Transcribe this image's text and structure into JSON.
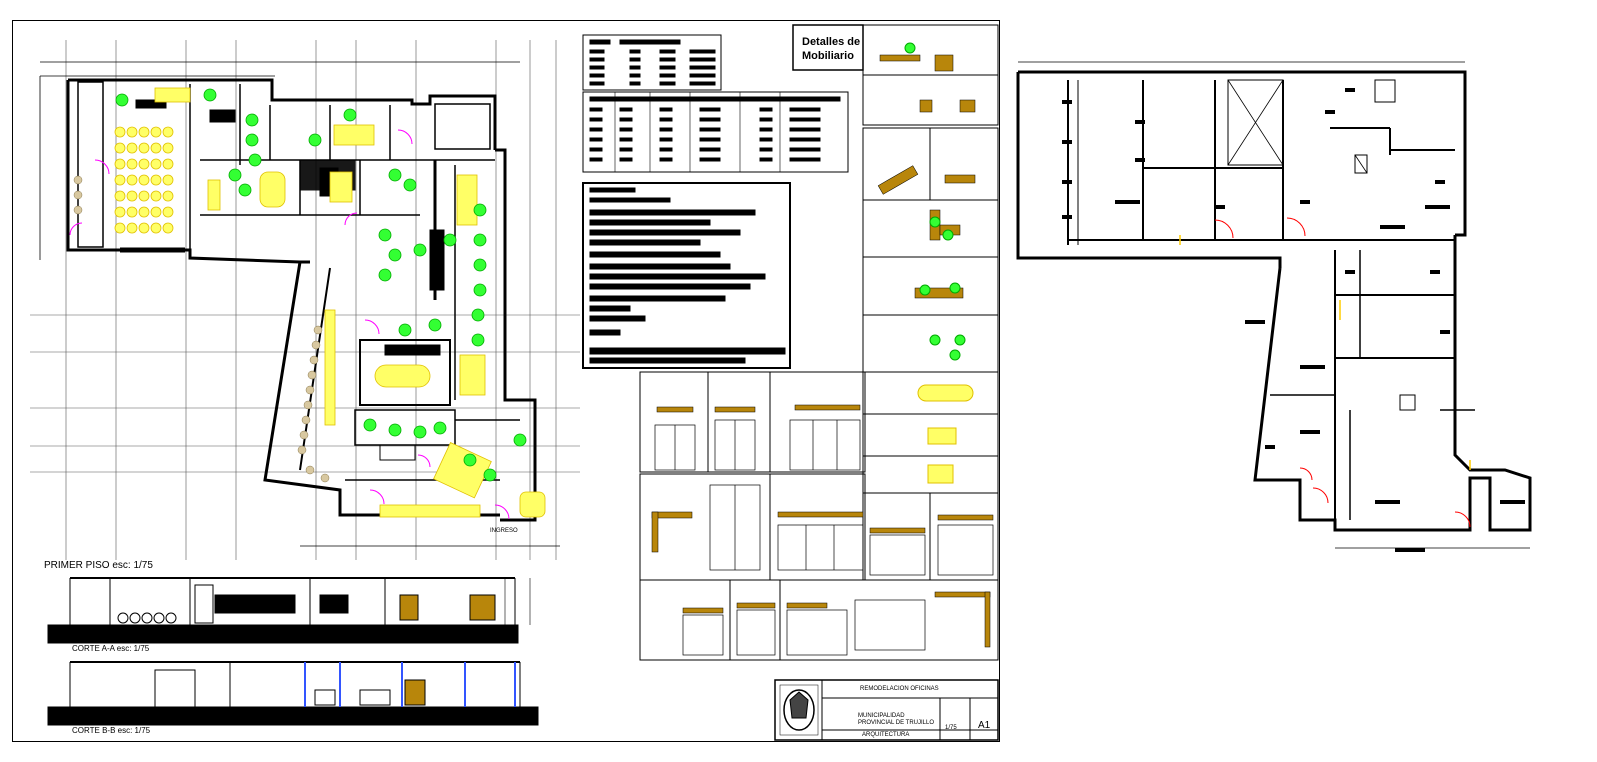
{
  "sheet": {
    "title_box": {
      "line1": "Detalles de",
      "line2": "Mobiliario"
    },
    "plan_label": "PRIMER PISO esc: 1/75",
    "section_a_label": "CORTE A-A esc: 1/75",
    "section_b_label": "CORTE B-B esc: 1/75",
    "entrance_label": "INGRESO"
  },
  "title_block": {
    "project": "REMODELACION OFICINAS",
    "client_line1": "MUNICIPALIDAD",
    "client_line2": "PROVINCIAL DE TRUJILLO",
    "discipline": "ARQUITECTURA",
    "scale": "1/75",
    "sheet_number": "A1"
  },
  "colors": {
    "wall": "#000000",
    "furniture": "#ffff00",
    "plants": "#00dd00",
    "doors": "#ff00ff",
    "door_arcs_red": "#ff0000",
    "wood": "#b8860b",
    "glass": "#3355ff",
    "gravel": "#d8c8a0"
  }
}
